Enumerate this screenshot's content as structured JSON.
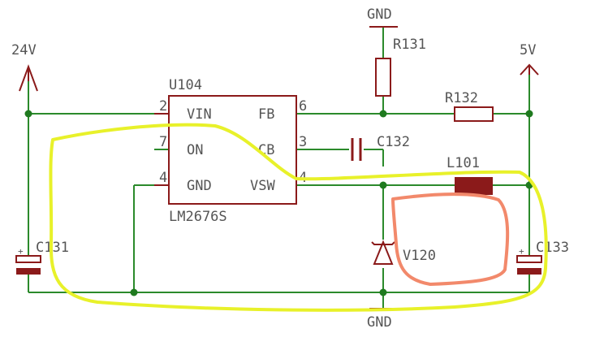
{
  "power": {
    "in_label": "24V",
    "out_label": "5V",
    "gnd_top": "GND",
    "gnd_bottom": "GND"
  },
  "ic": {
    "ref": "U104",
    "part": "LM2676S",
    "pins": [
      {
        "num": "2",
        "name": "VIN"
      },
      {
        "num": "7",
        "name": "ON"
      },
      {
        "num": "4",
        "name": "GND"
      },
      {
        "num": "6",
        "name": "FB"
      },
      {
        "num": "3",
        "name": "CB"
      },
      {
        "num": "4",
        "name": "VSW"
      }
    ]
  },
  "components": {
    "r131": "R131",
    "r132": "R132",
    "c131": "C131",
    "c132": "C132",
    "c133": "C133",
    "l101": "L101",
    "v120": "V120"
  },
  "annotations": {
    "highlight_color": "#e8f12a",
    "circle_color": "#f2896b"
  },
  "colors": {
    "wire": "#2b8a2b",
    "part": "#8b1a1a",
    "net_dot": "#1f7a1f"
  }
}
